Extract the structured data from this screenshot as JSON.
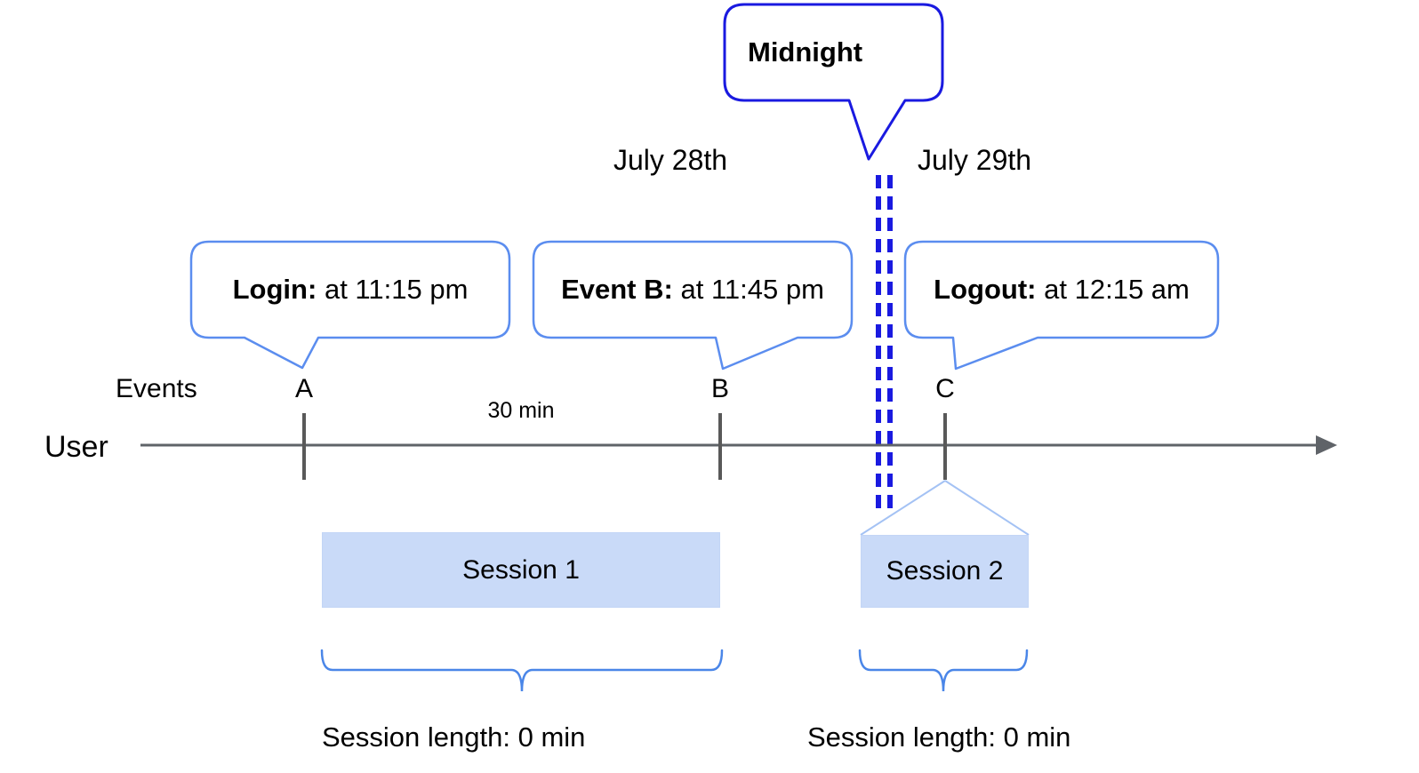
{
  "colors": {
    "strong_blue": "#1a1ae0",
    "bubble_border_blue": "#5b8def",
    "brace_blue": "#4a86e8",
    "pale_blue": "#a4c2f4",
    "session_fill": "#c9daf8",
    "line_gray": "#5f6368",
    "text_color": "#000000"
  },
  "header": {
    "midnight_label": "Midnight",
    "date_left": "July 28th",
    "date_right": "July 29th"
  },
  "timeline": {
    "events_label": "Events",
    "user_label": "User",
    "interval_label": "30 min"
  },
  "events": [
    {
      "id": "A",
      "label": "A",
      "bubble_prefix": "Login:",
      "bubble_text": "at 11:15 pm"
    },
    {
      "id": "B",
      "label": "B",
      "bubble_prefix": "Event B:",
      "bubble_text": "at 11:45 pm"
    },
    {
      "id": "C",
      "label": "C",
      "bubble_prefix": "Logout:",
      "bubble_text": "at 12:15 am"
    }
  ],
  "sessions": [
    {
      "label": "Session 1",
      "length_label": "Session length: 0 min"
    },
    {
      "label": "Session 2",
      "length_label": "Session length: 0 min"
    }
  ]
}
